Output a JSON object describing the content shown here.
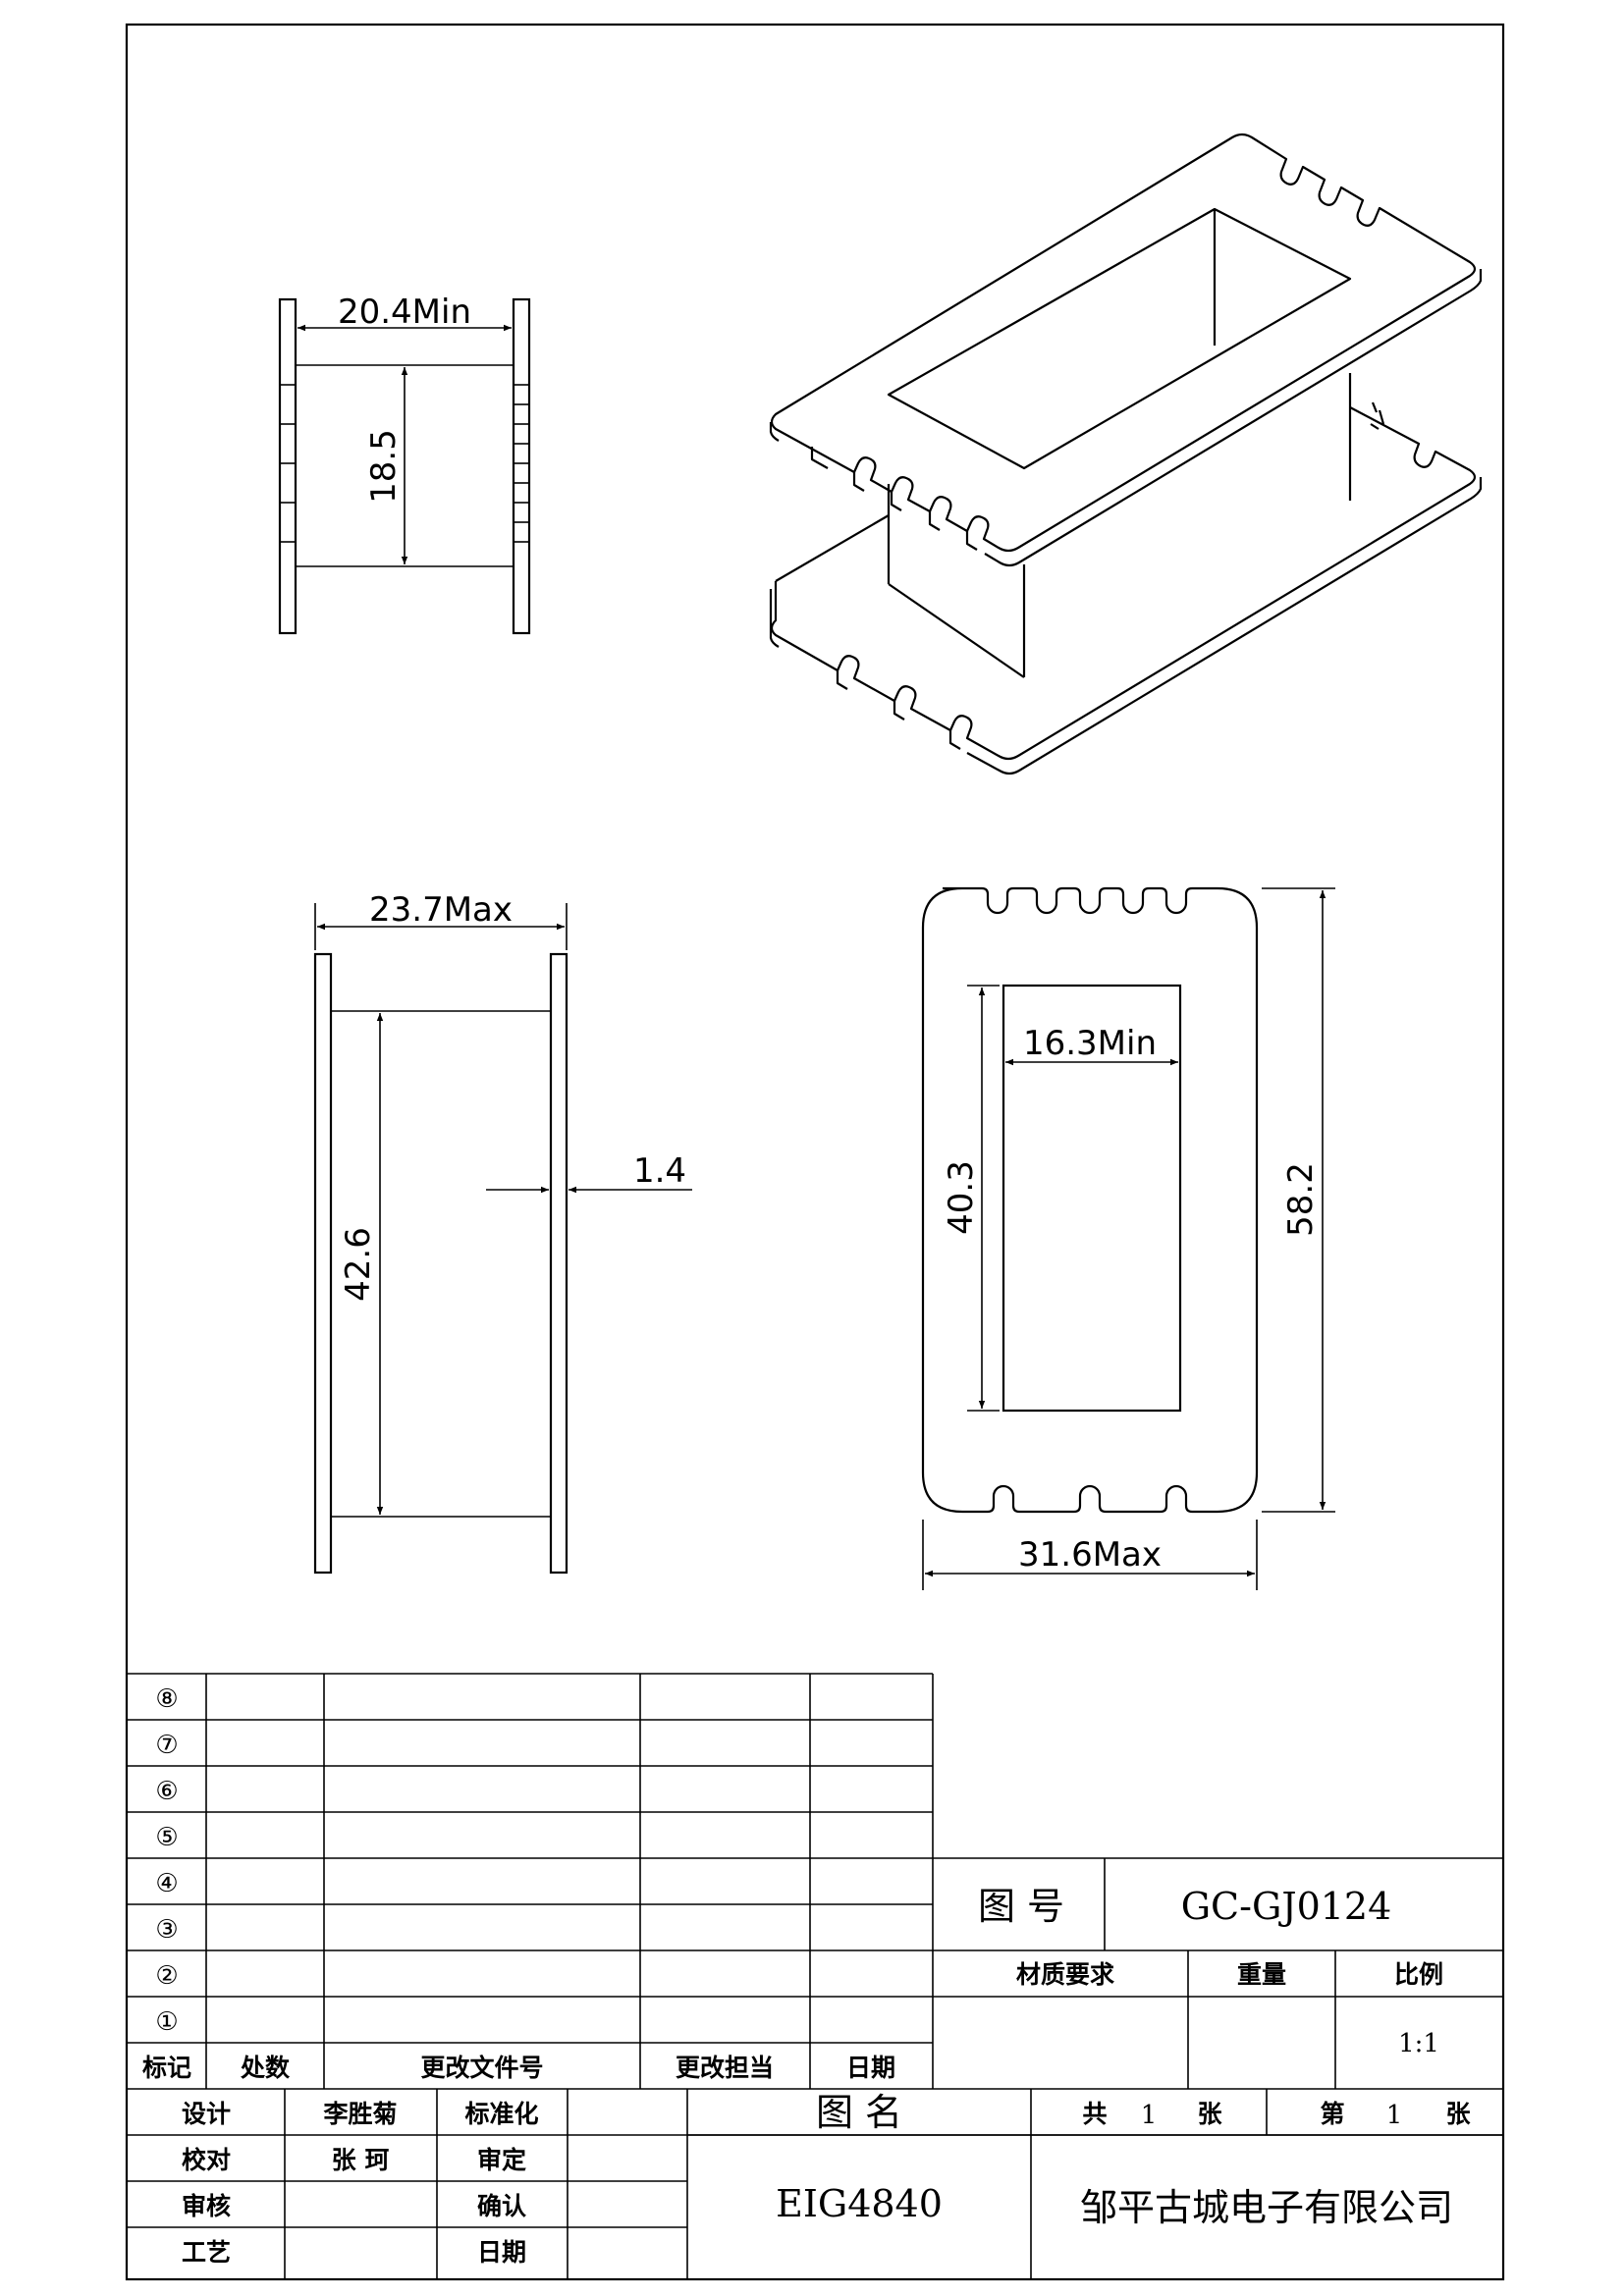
{
  "dimensions": {
    "top_view_width": "20.4Min",
    "top_view_height": "18.5",
    "side_view_width": "23.7Max",
    "side_view_height": "42.6",
    "flange_thickness": "1.4",
    "window_width": "16.3Min",
    "window_height": "40.3",
    "overall_height": "58.2",
    "overall_width": "31.6Max"
  },
  "revision_table": {
    "row_markers": [
      "⑧",
      "⑦",
      "⑥",
      "⑤",
      "④",
      "③",
      "②",
      "①"
    ],
    "headers": [
      "标记",
      "处数",
      "更改文件号",
      "更改担当",
      "日期"
    ]
  },
  "title_block": {
    "drawing_no_label": "图  号",
    "drawing_no": "GC-GJ0124",
    "material_label": "材质要求",
    "weight_label": "重量",
    "scale_label": "比例",
    "scale_value": "1:1",
    "design_label": "设计",
    "designer": "李胜菊",
    "standardization_label": "标准化",
    "check_label": "校对",
    "checker": "张  珂",
    "review_label": "审定",
    "audit_label": "审核",
    "confirm_label": "确认",
    "process_label": "工艺",
    "date_label": "日期",
    "drawing_name_label": "图  名",
    "drawing_name": "EIG4840",
    "sheets_total_prefix": "共",
    "sheets_total": "1",
    "sheets_unit": "张",
    "sheet_index_prefix": "第",
    "sheet_index": "1",
    "sheet_index_unit": "张",
    "company": "邹平古城电子有限公司"
  }
}
